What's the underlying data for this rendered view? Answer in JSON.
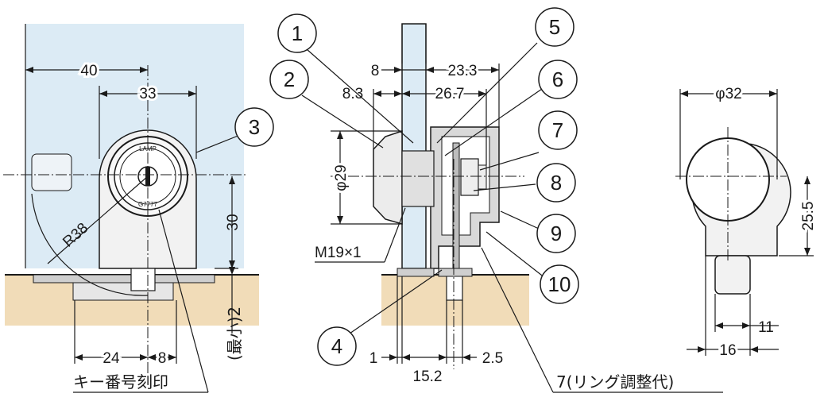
{
  "dimensions": {
    "front": {
      "width_40": "40",
      "width_33": "33",
      "radius": "R38",
      "height_30": "30",
      "min_2": "(最小)2",
      "offset_24": "24",
      "offset_8": "8"
    },
    "side": {
      "glass_8": "8",
      "depth_23_3": "23.3",
      "depth_8_3": "8.3",
      "depth_26_7": "26.7",
      "phi_29": "φ29",
      "thread": "M19×1",
      "gap_1": "1",
      "depth_15_2": "15.2",
      "gap_2_5": "2.5"
    },
    "right": {
      "phi_32": "φ32",
      "height_25_5": "25.5",
      "width_11": "11",
      "width_16": "16"
    }
  },
  "annotations": {
    "key_number_stamp": "キー番号刻印",
    "ring_adjustment": "7(リング調整代)"
  },
  "lock_face": {
    "brand": "LAMP",
    "key_code": "G7777"
  },
  "callouts": [
    "1",
    "2",
    "3",
    "4",
    "5",
    "6",
    "7",
    "8",
    "9",
    "10"
  ],
  "colors": {
    "glass": "#dcebf5",
    "floor": "#f1dcb8",
    "line": "#1a1a1a",
    "metal": "#d9d9d9"
  }
}
